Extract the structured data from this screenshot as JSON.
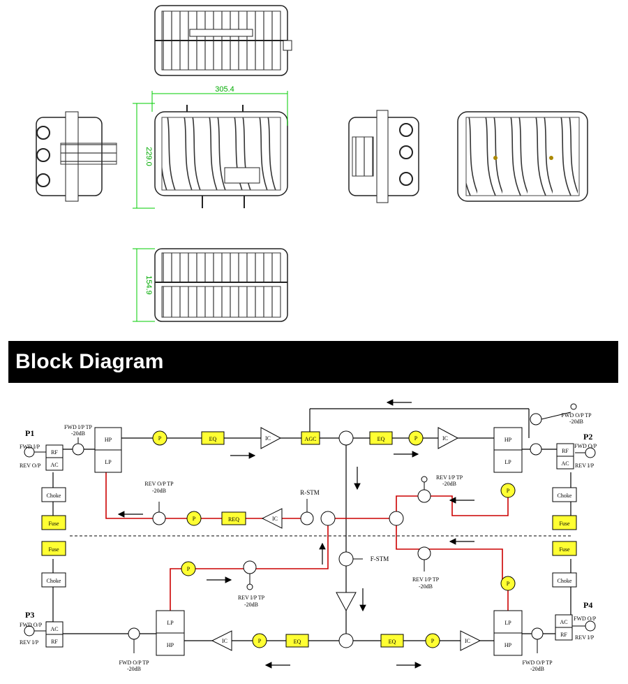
{
  "header": {
    "title": "Block Diagram"
  },
  "dimensions": {
    "width": "305.4",
    "height": "229.0",
    "depth": "154.9"
  },
  "ports": {
    "p1": {
      "name": "P1",
      "in": "FWD I/P",
      "out": "REV O/P",
      "tp_label": "FWD I/P TP",
      "tp_level": "-20dB"
    },
    "p2": {
      "name": "P2",
      "in": "FWD O/P",
      "out": "REV I/P",
      "tp_label": "FWD O/P TP",
      "tp_level": "-20dB"
    },
    "p3": {
      "name": "P3",
      "in": "FWD O/P",
      "out": "REV I/P",
      "tp_label": "FWD O/P TP",
      "tp_level": "-20dB"
    },
    "p4": {
      "name": "P4",
      "in": "FWD O/P",
      "out": "REV I/P",
      "tp_label": "FWD O/P TP",
      "tp_level": "-20dB"
    }
  },
  "blocks": {
    "hp": "HP",
    "lp": "LP",
    "rf": "RF",
    "ac": "AC",
    "choke": "Choke",
    "fuse": "Fuse",
    "p": "P",
    "eq": "EQ",
    "req": "REQ",
    "ic": "IC",
    "agc": "AGC",
    "r_stm": "R-STM",
    "f_stm": "F-STM"
  },
  "test_points": {
    "rev_op": "REV O/P TP",
    "rev_ip": "REV I/P TP",
    "level": "-20dB"
  },
  "colors": {
    "highlight": "#ffff33",
    "reverse_path": "#cc0000",
    "dim_line": "#00cc00",
    "banner": "#000000"
  }
}
